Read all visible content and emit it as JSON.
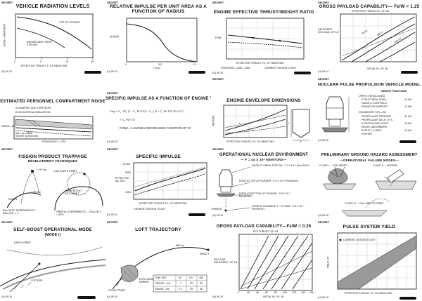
{
  "panels": {
    "p1": {
      "secret": "SECRET",
      "title": "VEHICLE RADIATION LEVELS",
      "yaxis": "DOSE—REM/SHOT",
      "curve1": "TOP OF PUSHER",
      "curve2": "UNSHIELDED CREW STATION",
      "xaxis": "EFFECTIVE THRUST, F, 10⁶ NEWTONS",
      "ticks": [
        "0",
        "5",
        "10",
        "15"
      ],
      "code": "(U) 09-10"
    },
    "p2": {
      "secret": "SECRET",
      "title": "RELATIVE IMPULSE PER UNIT AREA AS A FUNCTION OF RADIUS",
      "yaxis": "p(r)/p(0)",
      "xaxis": "r /(r/p)",
      "ticks": [
        "0",
        "0.5",
        "1.0"
      ],
      "code": "(U) 09-10"
    },
    "p3": {
      "secret": "SECRET",
      "title": "ENGINE EFFECTIVE THRUST/WEIGHT RATIO",
      "yaxis": "F/Wᴇ",
      "xaxis": "EFFECTIVE THRUST, Fᴇ, 10⁶ NEWTONS",
      "legend1": "FROM NTR—1180—0002",
      "legend2": "CURRENT DESIGN STUDY",
      "code": "(U) 09-10"
    },
    "p4": {
      "secret": "SECRET",
      "title": "GROSS PAYLOAD CAPABILITY— Fᴇ/W = 1.25",
      "top": "EFFECTIVE THRUST Fᴇ, 10⁶ LB",
      "yaxis": "DELIVERED PAYLOAD, 10⁶ LB",
      "xaxis": "INITIAL W, 10⁶ LB",
      "bands": [
        "30 FT",
        "50 FT",
        "100 FT"
      ],
      "code": "(U) 09-14"
    },
    "p5": {
      "secret": "SECRET",
      "title": "ESTIMATED PERSONNEL COMPARTMENT NOISE",
      "itemA": "A: DAMPING AND STIFFNESS",
      "itemB": "B: ACOUSTICAL INSULATION",
      "yaxis": "NOISE—DB",
      "xaxis": "FREQUENCY—CPS",
      "note": "MIL—A—8806 SHORT DURATION",
      "code": "(U) 09-10"
    },
    "p6": {
      "secret": "SECRET",
      "title": "SPECIFIC IMPULSE AS A FUNCTION OF ENGINE THRUST",
      "eq1": "1/Isp = C₁ / [Eₚ (1 + C₂ Fᴇ^1/2)] + C₃ [ (1 + C₄ Fᴇ^1/3) / Fᴇ^1/3 ]",
      "eq2": "+ C₅ Fᴇ^1/3",
      "eq3": "Fᴇ/Wᴇ ≈ A SLOWLY DECREASING FUNCTION OF Fᴇ",
      "code": "(U) 09-10"
    },
    "p7": {
      "secret": "SECRET",
      "title": "ENGINE ENVELOPE DIMENSIONS",
      "yaxis": "METERS",
      "xaxis": "EFFECTIVE THRUST, Fᴇ, 10⁶ NEWTONS",
      "labels": [
        "L",
        "D",
        "D",
        "L"
      ],
      "code": "(U) 09-10"
    },
    "p8": {
      "secret": "SECRET",
      "title": "NUCLEAR PULSE PROPULSION VEHICLE MODEL",
      "sub": "WEIGHT FRACTIONS",
      "items": [
        "UPPER VEHICLE(WU)",
        "STRUCTURAL SHELL",
        "GUIDE & CONTROLS",
        "RADIATION SUPPORT",
        "ENGINE(DRY WT)—Wᴇ",
        "PROPELLANT STORAGE",
        "PROPELLANT DELIV. SYS.",
        "& PROPULSION CONT.",
        "SHOCK ABSORBERS",
        "STRUCT. & MISC.",
        "PUSHER"
      ],
      "values": [
        ".10 Wᴇ",
        ".10 Wᴇ",
        ".04 Wᴇ",
        ".16 Wᴇ",
        ".10 Wᴇ"
      ],
      "code": "(U) 09-10"
    },
    "p9": {
      "secret": "SECRET",
      "title": "FISSION PRODUCT TRAPPAGE",
      "sub": "DEVELOPMENT TECHNIQUES",
      "l1": "~210 km",
      "l2": "~150 km",
      "l3": "EARTH",
      "l4": "BALLISTIC EXPERIMENTS — FALLOUT = 0",
      "l5": "LOW EARTH ORBIT",
      "l6": "CHEM BOOST INTO ORBIT",
      "l7": "ORBITAL EXPERIMENTS — FALLOUT = 40%",
      "code": "(U) 09-10"
    },
    "p10": {
      "secret": "SECRET",
      "title": "SPECIFIC IMPULSE",
      "yaxis": "EFFECTIVE Isp, SEC",
      "xaxis": "EFFECTIVE THRUST, Fᴇ, 10⁶ NEWTONS",
      "legend": "CURRENT DESIGN STUDY",
      "yticks": [
        "10,000",
        "5000",
        "1000"
      ],
      "code": "(U) 09-10"
    },
    "p11": {
      "secret": "SECRET",
      "title": "OPERATIONAL NUCLEAR ENVIRONMENT",
      "sub": "— F = 44 X 10⁶ NEWTONS—",
      "d1": "DOSE AT CREW STATION ~7.7 X 10⁻³ Rem/SHOT",
      "d2": "DOSE AT TOP OF PUSHER ~2.0 X 10⁻¹ Rem/SHOT",
      "d3": "DOSE AT BOTTOM OF PUSHER ~2.5 X 10⁻² Rem/SHOT",
      "d4": "DOSE AT DISTANCE \"L\" TO SIDE ~2.6 X 10⁻¹ Rem/SHOT",
      "charge": "CHARGE",
      "code": "(U) 09-14"
    },
    "p12": {
      "secret": "SECRET",
      "title": "PRELIMINARY GROUND HAZARD ASSESSMENT",
      "sub": "—OPERATIONAL FAILURE MODES—",
      "c1": "CLASS I — PAD ABORT",
      "c2": "CLASS II — MISFIRE",
      "c3": "CLASS III — FAIL-URE TO ORBIT",
      "code": "(U) 09-10"
    },
    "p13": {
      "secret": "SECRET",
      "title": "SELF-BOOST OPERATIONAL MODE",
      "sub": "(MODE I)",
      "l1": "EARTH ORBIT",
      "l2": "LOFTERS",
      "code": "(U) 09-10"
    },
    "p14": {
      "secret": "SECRET",
      "title": "LOFT TRAJECTORY",
      "l1": "IMPACT",
      "l2": "680 km",
      "l3": "EXPLOSION DEBRIS",
      "l4": "PULSE START",
      "table": [
        [
          "TIME-SEC",
          "60",
          "120",
          "165"
        ],
        [
          "HEIGHT—km",
          "7",
          "25",
          "50"
        ],
        [
          "RANGE—km",
          "2.4",
          "25",
          "65"
        ]
      ],
      "code": "(U) 09-10"
    },
    "p15": {
      "secret": "SECRET",
      "title": "GROSS PAYLOAD CAPABILITY—Fᴇ/W = 0.25",
      "top": "EFE THRUST, 10⁶ LB",
      "yaxis": "PAYLOAD DELIVERED, 10⁶ LB",
      "xaxis": "INITIAL W, 10⁶ LB",
      "xticks": [
        "0",
        "20",
        "40",
        "60",
        "80",
        "100",
        "120",
        "140",
        "160"
      ],
      "code": "(U) 09-14"
    },
    "p16": {
      "secret": "SECRET",
      "title": "PULSE SYSTEM YIELD",
      "legend": "CURRENT DESIGN STUDY",
      "yaxis": "YIELD, KT",
      "xaxis": "EFFECTIVE THRUST, Fᴇ, 10⁶ NEWTONS",
      "code": "(U) 09-10"
    }
  }
}
